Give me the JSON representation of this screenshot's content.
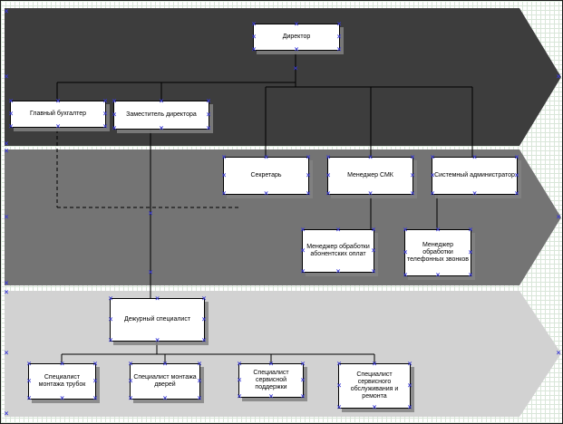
{
  "diagram": {
    "nodes": {
      "director": {
        "label": "Директор"
      },
      "chief_accountant": {
        "label": "Главный бухгалтер"
      },
      "deputy_director": {
        "label": "Заместитель директора"
      },
      "secretary": {
        "label": "Секретарь"
      },
      "qms_manager": {
        "label": "Менеджер СМК"
      },
      "sysadmin": {
        "label": "Системный администратор"
      },
      "payments_manager": {
        "label": "Менеджер обработки абонентских оплат"
      },
      "calls_manager": {
        "label": "Менеджер обработки телефонных звонков"
      },
      "duty_specialist": {
        "label": "Дежурный специалист"
      },
      "tube_installer": {
        "label": "Специалист монтажа трубок"
      },
      "door_installer": {
        "label": "Специалист монтажа дверей"
      },
      "service_support": {
        "label": "Специалист сервисной поддержки"
      },
      "service_repair": {
        "label": "Специалист сервисного обслуживания и ремонта"
      }
    },
    "edges": [
      {
        "from": "director",
        "to": "chief_accountant",
        "style": "solid"
      },
      {
        "from": "director",
        "to": "deputy_director",
        "style": "solid"
      },
      {
        "from": "director",
        "to": "secretary",
        "style": "solid"
      },
      {
        "from": "director",
        "to": "qms_manager",
        "style": "solid"
      },
      {
        "from": "director",
        "to": "sysadmin",
        "style": "solid"
      },
      {
        "from": "qms_manager",
        "to": "payments_manager",
        "style": "solid"
      },
      {
        "from": "sysadmin",
        "to": "calls_manager",
        "style": "solid"
      },
      {
        "from": "deputy_director",
        "to": "duty_specialist",
        "style": "solid"
      },
      {
        "from": "chief_accountant",
        "to": "secretary",
        "style": "dashed"
      },
      {
        "from": "duty_specialist",
        "to": "tube_installer",
        "style": "solid"
      },
      {
        "from": "duty_specialist",
        "to": "door_installer",
        "style": "solid"
      },
      {
        "from": "duty_specialist",
        "to": "service_support",
        "style": "solid"
      },
      {
        "from": "duty_specialist",
        "to": "service_repair",
        "style": "solid"
      }
    ],
    "colors": {
      "band_top": "#3d3d3d",
      "band_middle": "#747474",
      "band_bottom": "#d2d2d2",
      "box_fill": "#ffffff",
      "box_border": "#000000",
      "box_shadow": "#828282",
      "connector": "#000000",
      "connection_point": "#3b3bd6",
      "grid": "#d9e6d9"
    }
  }
}
